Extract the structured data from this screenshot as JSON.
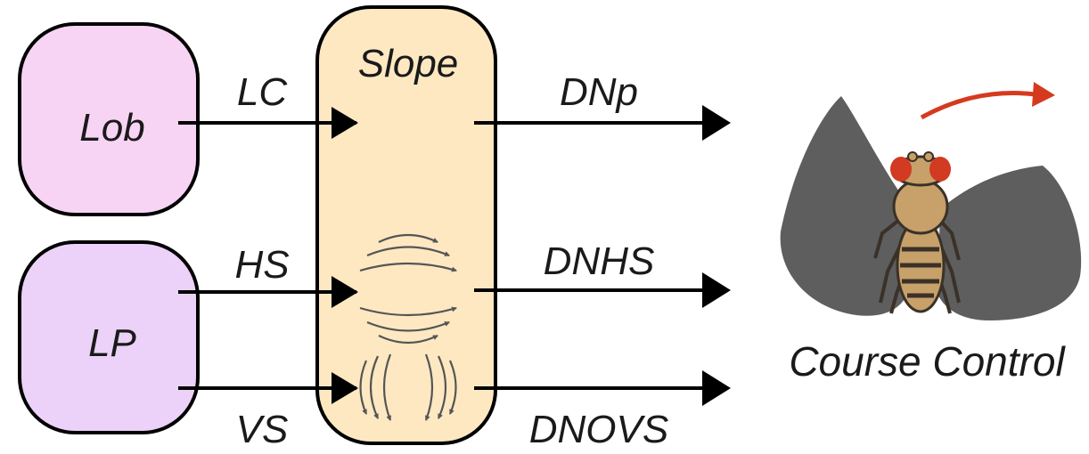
{
  "nodes": {
    "lob": {
      "label": "Lob",
      "fill": "#f8d4f4"
    },
    "lp": {
      "label": "LP",
      "fill": "#ecd2f8"
    },
    "slope": {
      "label": "Slope",
      "fill": "#fde8c2"
    }
  },
  "edges": {
    "lc": "LC",
    "hs": "HS",
    "vs": "VS",
    "dnp": "DNp",
    "dnhs": "DNHS",
    "dnovs": "DNOVS"
  },
  "output": {
    "caption": "Course Control",
    "turn_arrow_color": "#d63a1e",
    "wing_color": "#5e5e5e"
  }
}
